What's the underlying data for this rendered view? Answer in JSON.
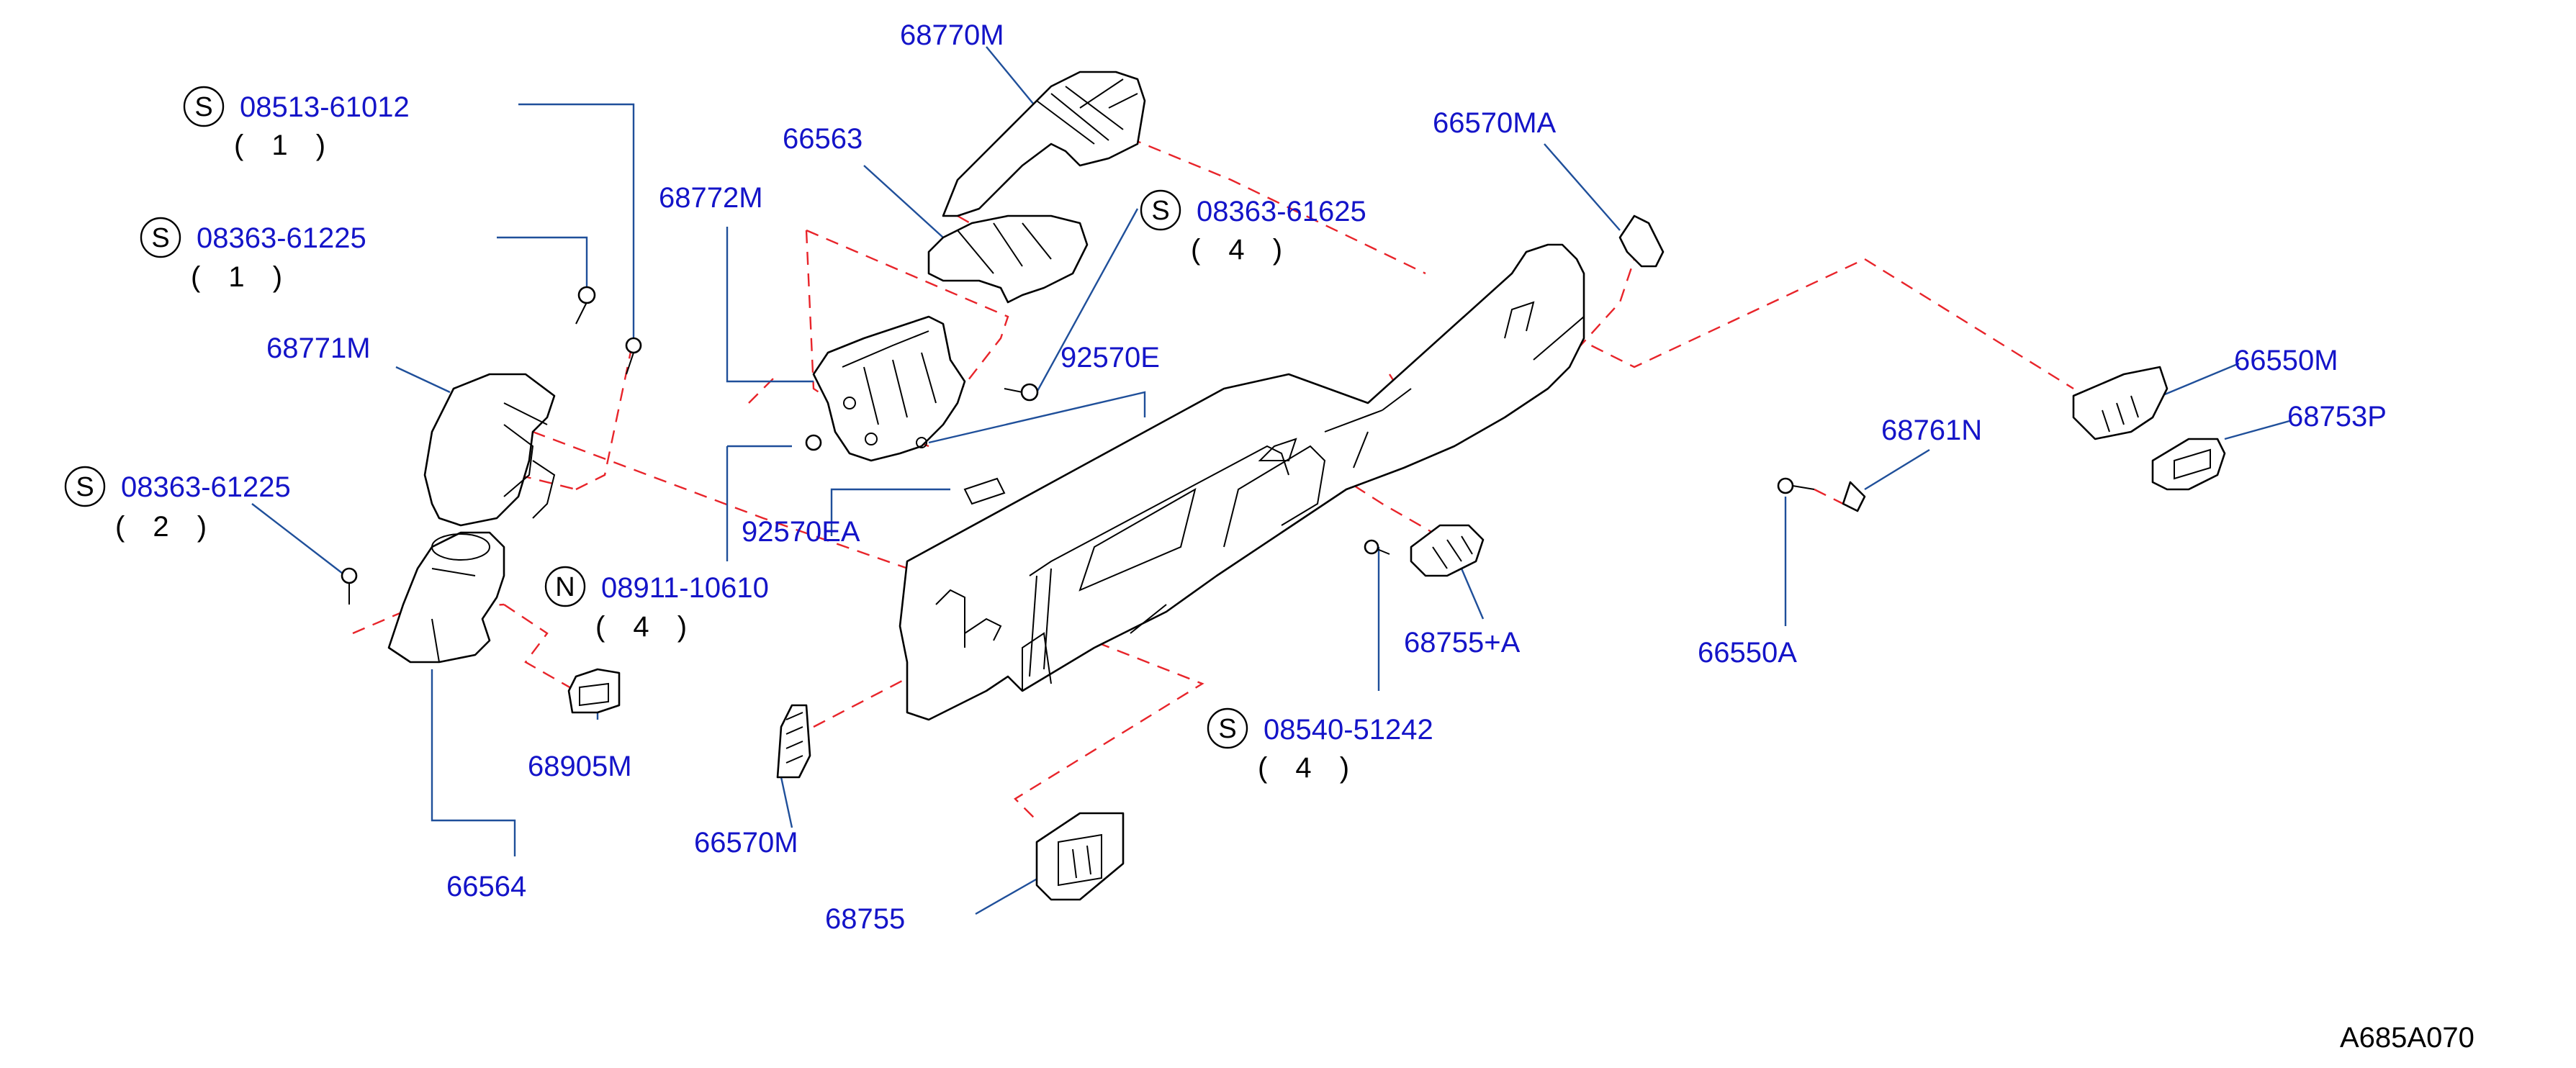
{
  "colors": {
    "label": "#1414c8",
    "leader": "#1f4f9a",
    "dash": "#e8242a",
    "drawing": "#000000"
  },
  "labels": {
    "p68770M": "68770M",
    "p66563": "66563",
    "p66570MA": "66570MA",
    "p68772M": "68772M",
    "p68771M": "68771M",
    "p92570E": "92570E",
    "p92570EA": "92570EA",
    "p66550M": "66550M",
    "p68753P": "68753P",
    "p68761N": "68761N",
    "p66550A": "66550A",
    "p68755A": "68755+A",
    "p68905M": "68905M",
    "p66564": "66564",
    "p66570M": "66570M",
    "p68755": "68755",
    "ref": "A685A070"
  },
  "callouts": {
    "c1": {
      "letter": "S",
      "number": "08513-61012",
      "qty": "( 1 )"
    },
    "c2": {
      "letter": "S",
      "number": "08363-61225",
      "qty": "( 1 )"
    },
    "c3": {
      "letter": "S",
      "number": "08363-61225",
      "qty": "( 2 )"
    },
    "c4": {
      "letter": "N",
      "number": "08911-10610",
      "qty": "( 4 )"
    },
    "c5": {
      "letter": "S",
      "number": "08363-61625",
      "qty": "( 4 )"
    },
    "c6": {
      "letter": "S",
      "number": "08540-51242",
      "qty": "( 4 )"
    }
  }
}
